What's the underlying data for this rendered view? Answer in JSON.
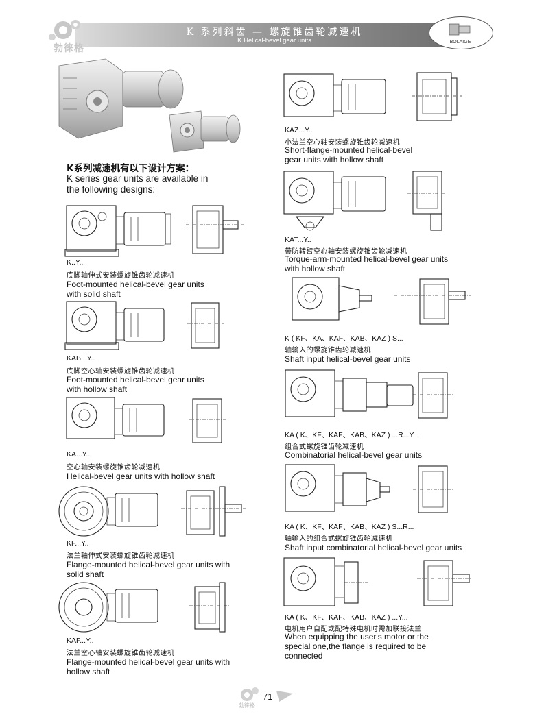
{
  "header": {
    "title_cn": "K 系列斜齿 — 螺旋锥齿轮减速机",
    "title_en": "K Helical-bevel gear units",
    "brand_cn": "勃徕格",
    "brand_en": "BOLAIGE"
  },
  "intro": {
    "title_cn": "K系列减速机有以下设计方案：",
    "line1_en": "K series gear units are available in",
    "line2_en": "the following designs:"
  },
  "left_items": [
    {
      "code": "K..Y..",
      "cn": "底脚轴伸式安装螺旋锥齿轮减速机",
      "en1": "Foot-mounted helical-bevel gear units",
      "en2": "with solid shaft"
    },
    {
      "code": "KAB...Y..",
      "cn": "底脚空心轴安装螺旋锥齿轮减速机",
      "en1": "Foot-mounted helical-bevel gear units",
      "en2": "with hollow shaft"
    },
    {
      "code": "KA...Y..",
      "cn": "空心轴安装螺旋锥齿轮减速机",
      "en1": "Helical-bevel gear units with hollow shaft",
      "en2": ""
    },
    {
      "code": "KF...Y..",
      "cn": "法兰轴伸式安装螺旋锥齿轮减速机",
      "en1": "Flange-mounted helical-bevel gear units with",
      "en2": "solid shaft"
    },
    {
      "code": "KAF...Y..",
      "cn": "法兰空心轴安装螺旋锥齿轮减速机",
      "en1": "Flange-mounted helical-bevel gear units with",
      "en2": "hollow shaft"
    }
  ],
  "right_items": [
    {
      "code": "KAZ...Y..",
      "cn": "小法兰空心轴安装螺旋锥齿轮减速机",
      "en1": "Short-flange-mounted helical-bevel",
      "en2": "gear units with hollow shaft",
      "en3": ""
    },
    {
      "code": "KAT...Y..",
      "cn": "带防转臂空心轴安装螺旋锥齿轮减速机",
      "en1": "Torque-arm-mounted helical-bevel gear units",
      "en2": "with hollow shaft",
      "en3": ""
    },
    {
      "code": "K ( KF、KA、KAF、KAB、KAZ ) S...",
      "cn": "轴输入的螺旋锥齿轮减速机",
      "en1": "Shaft input helical-bevel gear units",
      "en2": "",
      "en3": ""
    },
    {
      "code": "KA ( K、KF、KAF、KAB、KAZ ) ...R...Y...",
      "cn": "组合式螺旋锥齿轮减速机",
      "en1": "Combinatorial helical-bevel gear units",
      "en2": "",
      "en3": ""
    },
    {
      "code": "KA ( K、KF、KAF、KAB、KAZ ) S...R...",
      "cn": "轴输入的组合式螺旋锥齿轮减速机",
      "en1": "Shaft input combinatorial helical-bevel gear units",
      "en2": "",
      "en3": ""
    },
    {
      "code": "KA ( K、KF、KAF、KAB、KAZ ) ...Y...",
      "cn": "电机用户自配或配特殊电机时需加联接法兰",
      "en1": "When equipping the user's motor or the",
      "en2": "special one,the flange is required to be",
      "en3": "connected"
    }
  ],
  "footer": {
    "page_number": "71",
    "brand_cn": "勃徕格"
  }
}
